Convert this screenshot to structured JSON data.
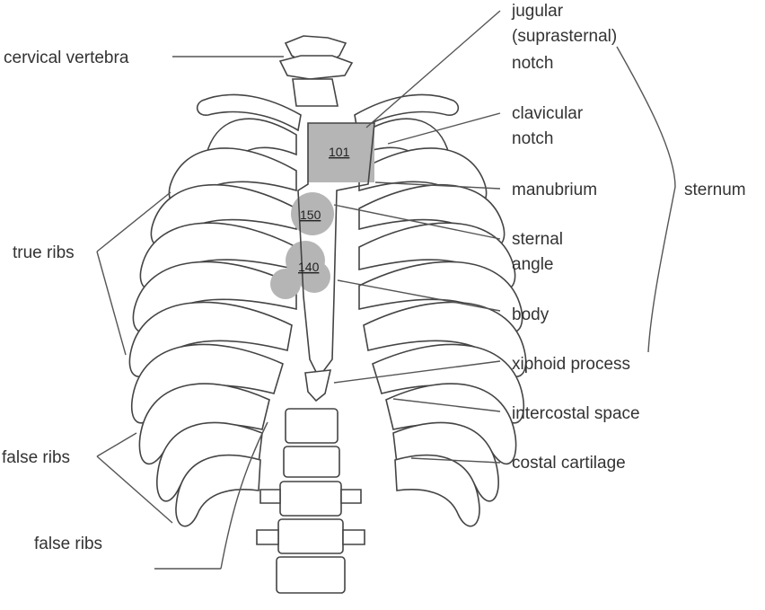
{
  "labels": {
    "cervical_vertebra": "cervical vertebra",
    "jugular_line1": "jugular",
    "jugular_line2": "(suprasternal)",
    "jugular_line3": "notch",
    "clavicular_line1": "clavicular",
    "clavicular_line2": "notch",
    "manubrium": "manubrium",
    "sternum": "sternum",
    "sternal_angle_line1": "sternal",
    "sternal_angle_line2": "angle",
    "body": "body",
    "xiphoid_process": "xiphoid process",
    "intercostal_space": "intercostal space",
    "costal_cartilage": "costal cartilage",
    "true_ribs": "true ribs",
    "false_ribs_1": "false ribs",
    "false_ribs_2": "false ribs"
  },
  "reference_numerals": {
    "r101": "101",
    "r150": "150",
    "r140": "140"
  },
  "colors": {
    "line": "#555555",
    "text": "#333333",
    "highlight": "#b5b5b5"
  }
}
